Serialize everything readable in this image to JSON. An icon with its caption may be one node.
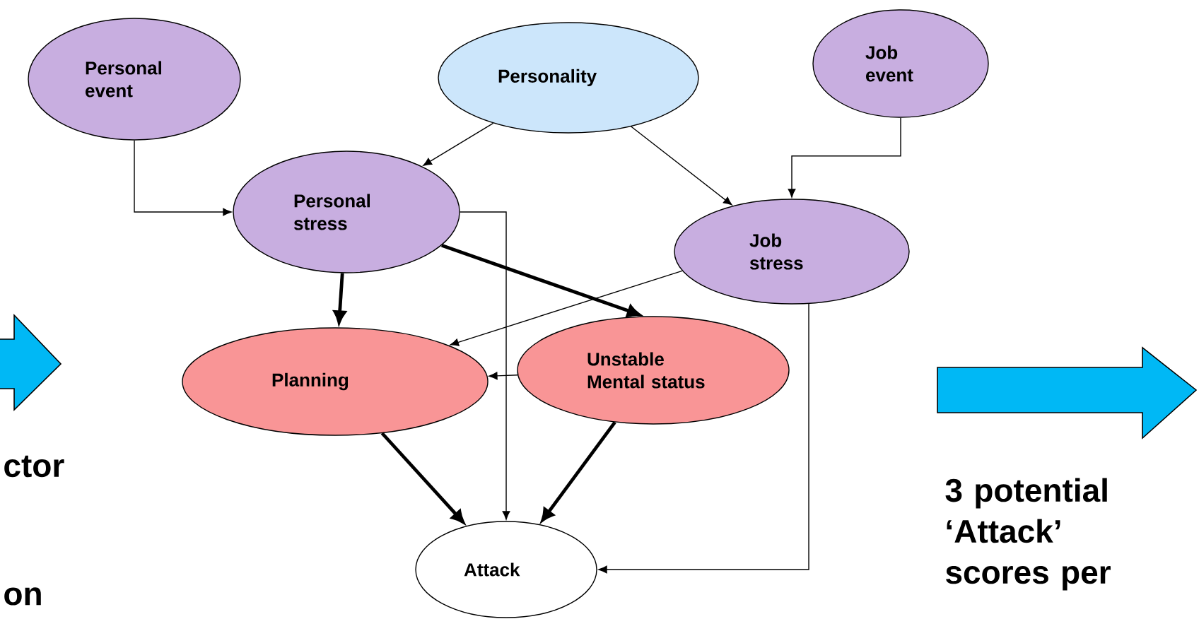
{
  "diagram": {
    "nodes": [
      {
        "text": [
          "Personal event"
        ]
      },
      {
        "text": [
          "Personality"
        ]
      },
      {
        "text": [
          "Job event"
        ]
      },
      {
        "text": [
          "Personal stress"
        ]
      },
      {
        "text": [
          "Job stress"
        ]
      },
      {
        "text": [
          "Planning"
        ]
      },
      {
        "text": [
          "Unstable Mental status"
        ]
      },
      {
        "text": [
          "Attack"
        ]
      }
    ],
    "edges": [
      {
        "from": 0,
        "to": 3,
        "arrow": "to"
      },
      {
        "from": 1,
        "to": 3,
        "arrow": "to"
      },
      {
        "from": 1,
        "to": 4,
        "arrow": "to"
      },
      {
        "from": 2,
        "to": 4,
        "arrow": "to"
      },
      {
        "from": 3,
        "to": 5,
        "arrow": "to",
        "style": "thick"
      },
      {
        "from": 3,
        "to": 6,
        "arrow": "to",
        "style": "thick"
      },
      {
        "from": 4,
        "to": 5,
        "arrow": "to"
      },
      {
        "from": 3,
        "to": 7,
        "arrow": "to"
      },
      {
        "from": 6,
        "to": 5,
        "arrow": "to"
      },
      {
        "from": 5,
        "to": 7,
        "arrow": "to",
        "style": "thick"
      },
      {
        "from": 6,
        "to": 7,
        "arrow": "to",
        "style": "thick"
      },
      {
        "from": 4,
        "to": 7,
        "arrow": "to"
      }
    ],
    "labels": [
      "ctor",
      "3 potential ‘Attack’ scores per",
      "on"
    ]
  }
}
